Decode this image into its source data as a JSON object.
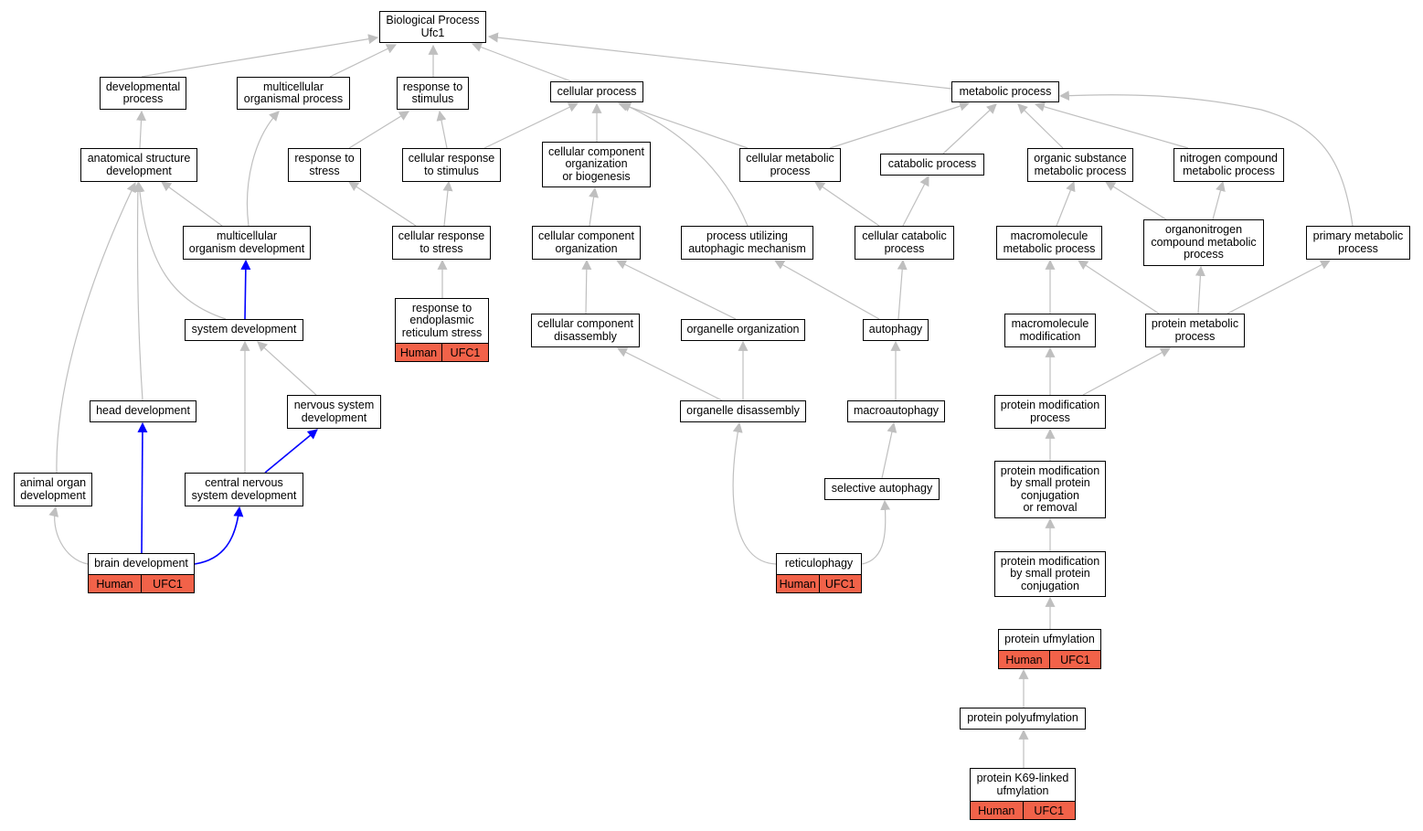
{
  "colors": {
    "edge": "#bfbfbf",
    "highlight": "#0000ff",
    "annotation": "#f26249",
    "border": "#000000"
  },
  "nodes": {
    "root": "Biological Process\nUfc1",
    "developmental_process": "developmental\nprocess",
    "multicellular_organismal_process": "multicellular\norganismal process",
    "response_to_stimulus": "response to\nstimulus",
    "cellular_process": "cellular process",
    "metabolic_process": "metabolic process",
    "anatomical_structure_development": "anatomical structure\ndevelopment",
    "response_to_stress": "response to\nstress",
    "cellular_response_to_stimulus": "cellular response\nto stimulus",
    "cellular_component_organization_or_biogenesis": "cellular component\norganization\nor biogenesis",
    "cellular_metabolic_process": "cellular metabolic\nprocess",
    "catabolic_process": "catabolic process",
    "organic_substance_metabolic_process": "organic substance\nmetabolic process",
    "nitrogen_compound_metabolic_process": "nitrogen compound\nmetabolic process",
    "multicellular_organism_development": "multicellular\norganism development",
    "cellular_response_to_stress": "cellular response\nto stress",
    "cellular_component_organization": "cellular component\norganization",
    "process_utilizing_autophagic_mechanism": "process utilizing\nautophagic mechanism",
    "cellular_catabolic_process": "cellular catabolic\nprocess",
    "macromolecule_metabolic_process": "macromolecule\nmetabolic process",
    "organonitrogen_compound_metabolic_process": "organonitrogen\ncompound metabolic\nprocess",
    "primary_metabolic_process": "primary metabolic\nprocess",
    "response_to_er_stress": "response to\nendoplasmic\nreticulum stress",
    "system_development": "system development",
    "cellular_component_disassembly": "cellular component\ndisassembly",
    "organelle_organization": "organelle organization",
    "autophagy": "autophagy",
    "macromolecule_modification": "macromolecule\nmodification",
    "protein_metabolic_process": "protein metabolic\nprocess",
    "head_development": "head development",
    "nervous_system_development": "nervous system\ndevelopment",
    "organelle_disassembly": "organelle disassembly",
    "macroautophagy": "macroautophagy",
    "protein_modification_process": "protein modification\nprocess",
    "animal_organ_development": "animal organ\ndevelopment",
    "central_nervous_system_development": "central nervous\nsystem development",
    "selective_autophagy": "selective autophagy",
    "protein_mod_small_protein_conj_or_removal": "protein modification\nby small protein\nconjugation\nor removal",
    "brain_development": "brain development",
    "reticulophagy": "reticulophagy",
    "protein_mod_small_protein_conj": "protein modification\nby small protein\nconjugation",
    "protein_ufmylation": "protein ufmylation",
    "protein_polyufmylation": "protein polyufmylation",
    "protein_k69_linked_ufmylation": "protein K69-linked\nufmylation"
  },
  "annotation": {
    "species": "Human",
    "gene": "UFC1"
  }
}
